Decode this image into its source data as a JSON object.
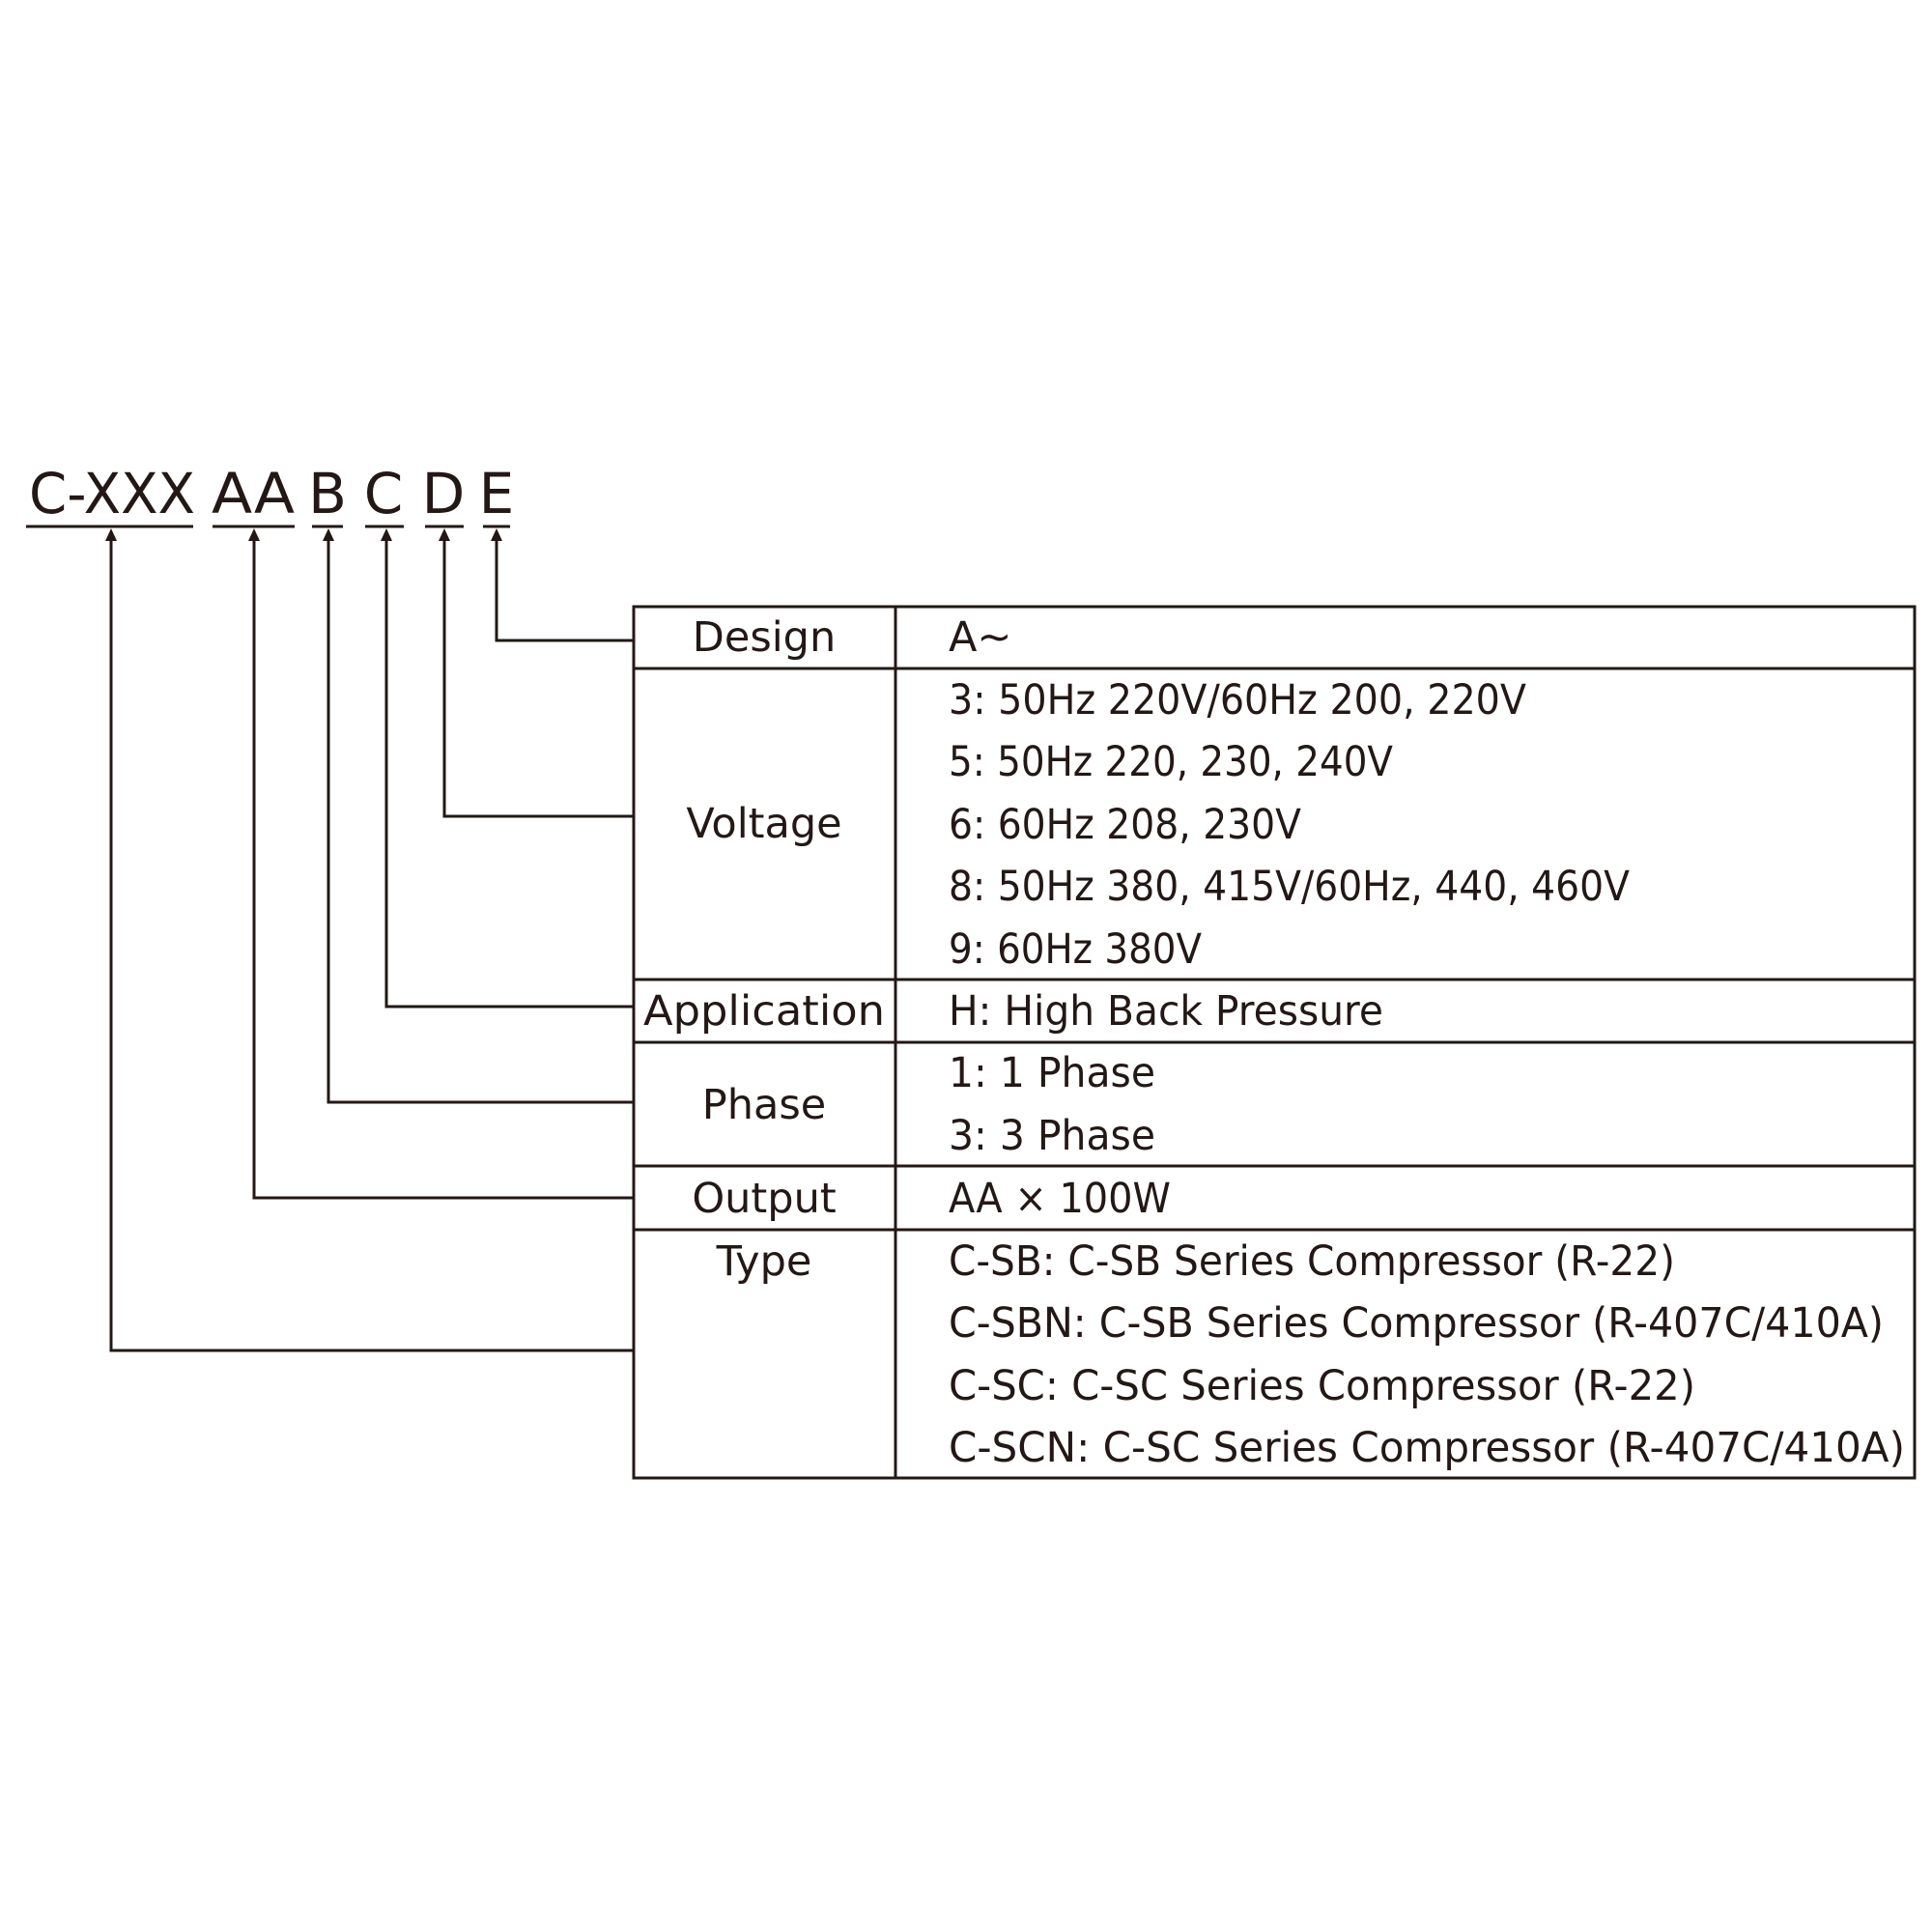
{
  "colors": {
    "ink": "#231815",
    "background": "#ffffff"
  },
  "code": {
    "parts": [
      "C-XXX",
      "AA",
      "B",
      "C",
      "D",
      "E"
    ]
  },
  "table": {
    "rows": [
      {
        "label": "Design",
        "options": [
          "A~"
        ]
      },
      {
        "label": "Voltage",
        "options": [
          "3: 50Hz 220V/60Hz 200, 220V",
          "5: 50Hz 220, 230, 240V",
          "6: 60Hz 208, 230V",
          "8: 50Hz 380, 415V/60Hz, 440, 460V",
          "9: 60Hz 380V"
        ]
      },
      {
        "label": "Application",
        "options": [
          "H: High Back Pressure"
        ]
      },
      {
        "label": "Phase",
        "options": [
          "1: 1 Phase",
          "3: 3 Phase"
        ]
      },
      {
        "label": "Output",
        "options": [
          "AA × 100W"
        ]
      },
      {
        "label": "Type",
        "options": [
          "C-SB: C-SB Series Compressor (R-22)",
          "C-SBN: C-SB Series Compressor (R-407C/410A)",
          "C-SC: C-SC Series Compressor (R-22)",
          "C-SCN: C-SC Series Compressor (R-407C/410A)"
        ]
      }
    ]
  }
}
